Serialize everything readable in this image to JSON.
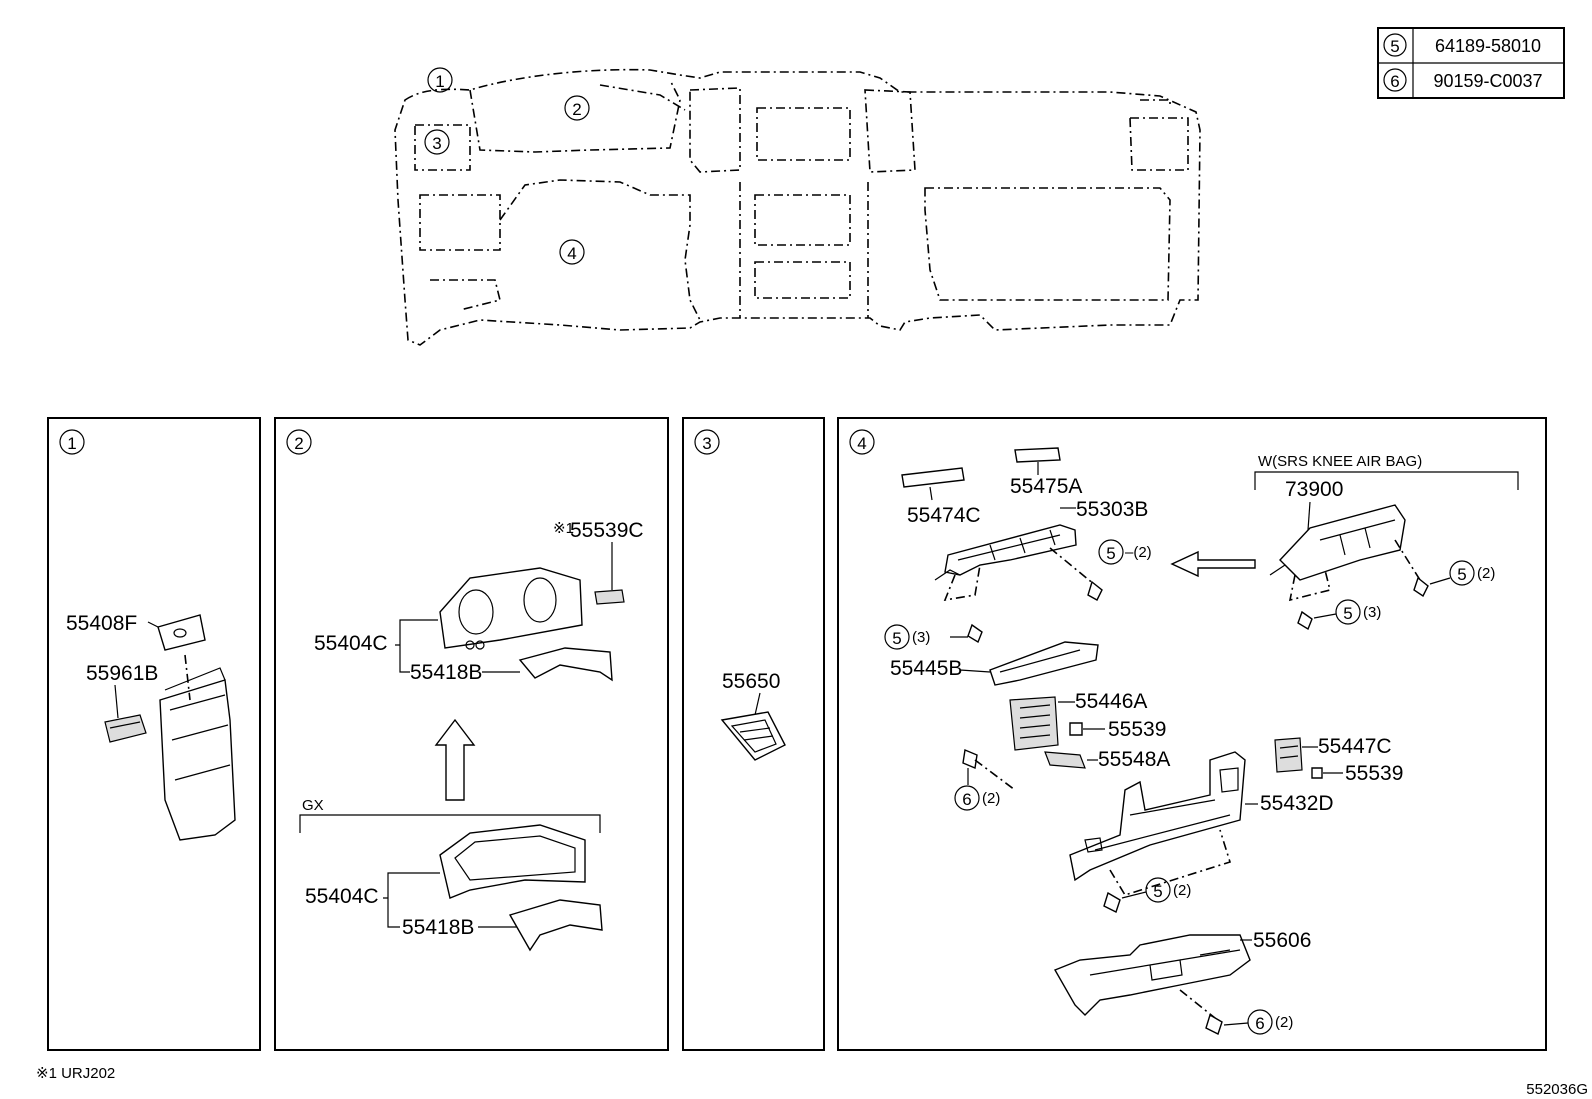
{
  "legend": [
    {
      "num": "5",
      "part": "64189-58010"
    },
    {
      "num": "6",
      "part": "90159-C0037"
    }
  ],
  "overview_labels": [
    "1",
    "2",
    "3",
    "4"
  ],
  "panels": {
    "p1": {
      "num": "1",
      "parts": [
        "55408F",
        "55961B"
      ]
    },
    "p2": {
      "num": "2",
      "note_mark": "※1",
      "parts": [
        "55539C",
        "55404C",
        "55418B"
      ],
      "gx_label": "GX",
      "gx_parts": [
        "55404C",
        "55418B"
      ]
    },
    "p3": {
      "num": "3",
      "parts": [
        "55650"
      ]
    },
    "p4": {
      "num": "4",
      "parts": [
        "55475A",
        "55474C",
        "55303B",
        "55445B",
        "55446A",
        "55539",
        "55548A",
        "55447C",
        "55539",
        "55432D",
        "55606"
      ],
      "option_label": "W(SRS KNEE AIR BAG)",
      "option_part": "73900",
      "qty": [
        "(2)",
        "(3)",
        "(2)",
        "(3)",
        "(2)",
        "(2)",
        "(2)"
      ]
    }
  },
  "footnote": "※1 URJ202",
  "diagram_code": "552036G"
}
